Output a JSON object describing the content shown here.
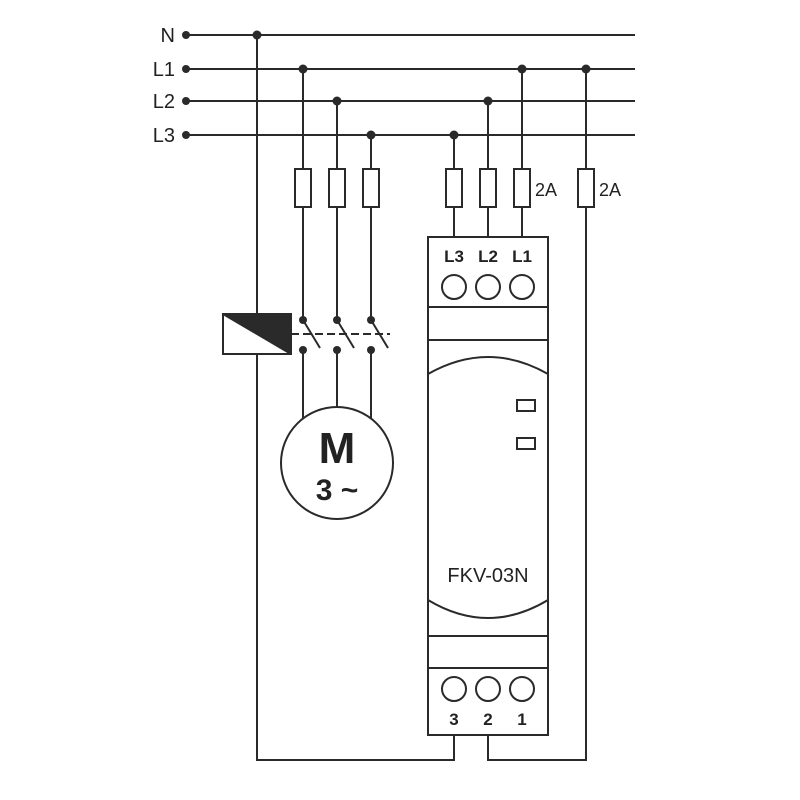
{
  "bus": {
    "n_label": "N",
    "l1_label": "L1",
    "l2_label": "L2",
    "l3_label": "L3"
  },
  "fuses": {
    "l1_rating": "2A",
    "n_rating": "2A"
  },
  "motor": {
    "letter": "M",
    "phase": "3 ~"
  },
  "relay": {
    "model": "FKV-03N",
    "top_terminals": [
      "L3",
      "L2",
      "L1"
    ],
    "bottom_terminals": [
      "3",
      "2",
      "1"
    ]
  }
}
